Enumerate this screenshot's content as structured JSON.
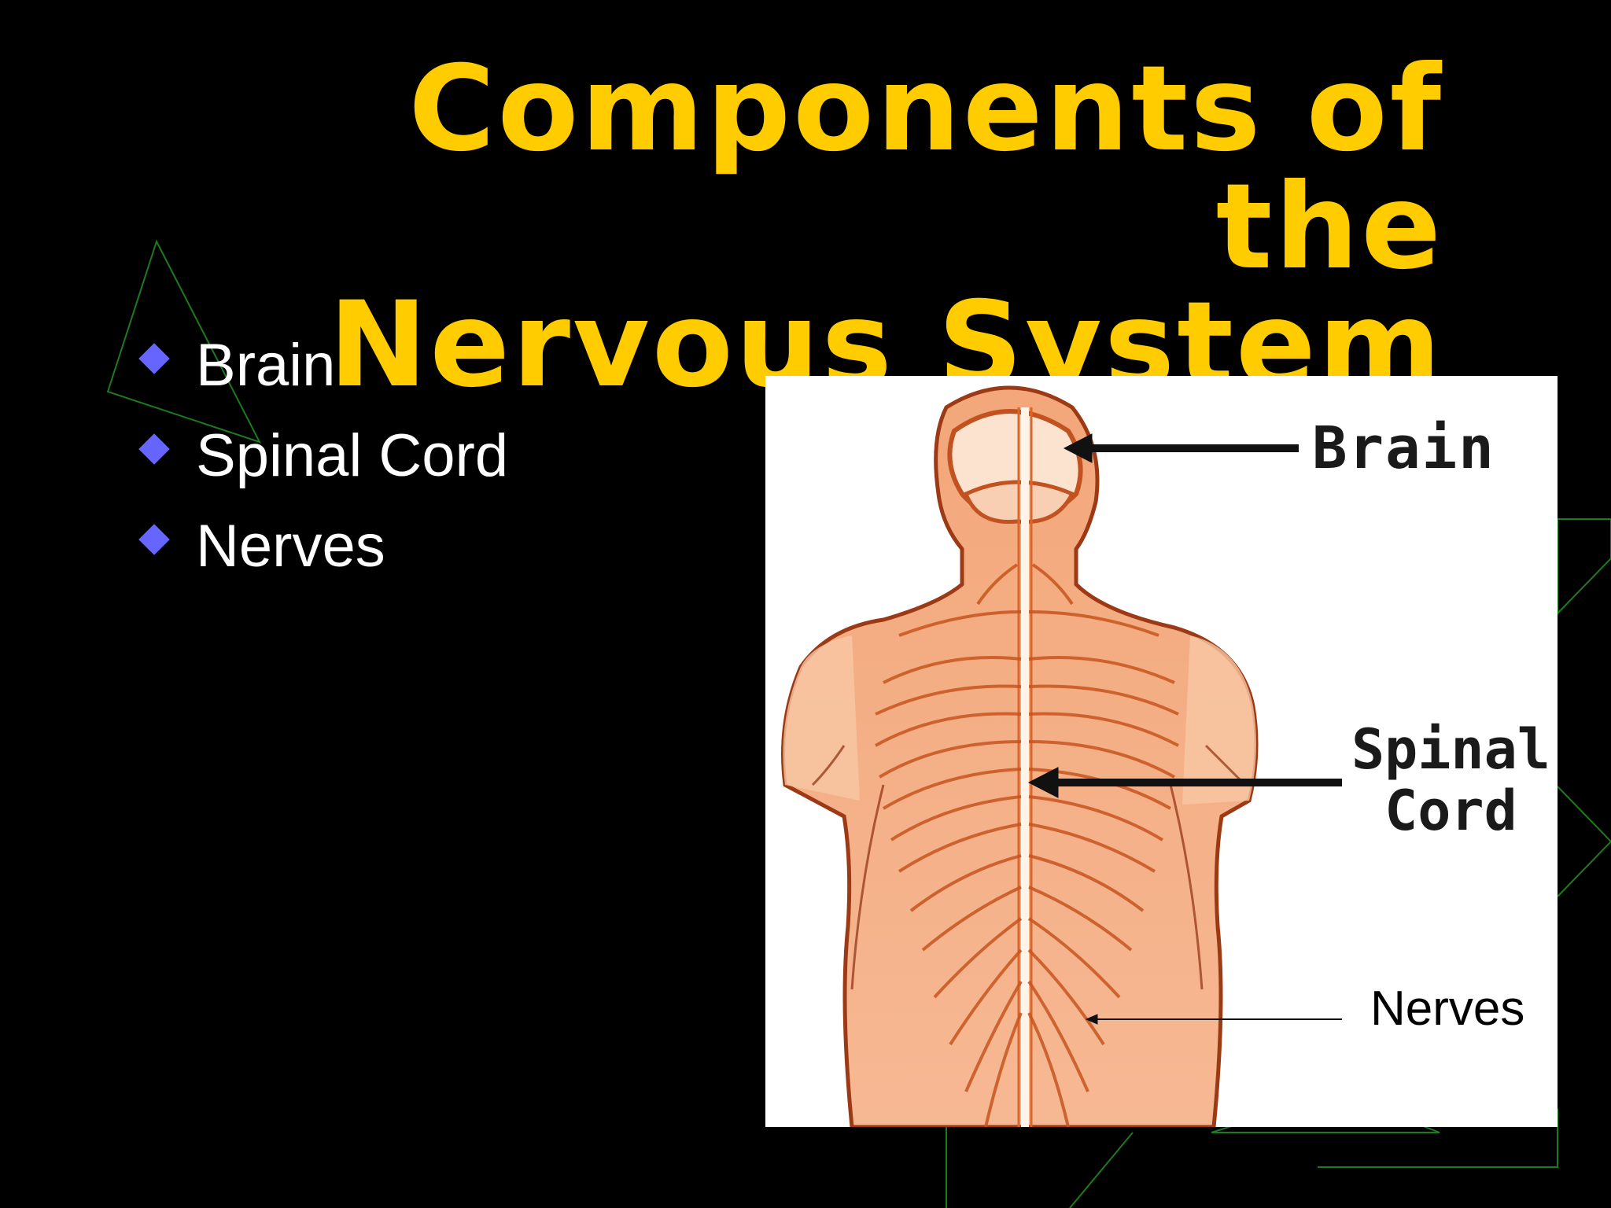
{
  "slide": {
    "title_line1": "Components of the",
    "title_line2": "Nervous System",
    "bullets": [
      "Brain",
      "Spinal Cord",
      "Nerves"
    ]
  },
  "figure": {
    "label_brain": "Brain",
    "label_spinal_line1": "Spinal",
    "label_spinal_line2": "Cord",
    "label_nerves": "Nerves"
  },
  "colors": {
    "background": "#000000",
    "title": "#FFCC00",
    "bullet": "#6666FF",
    "text": "#FFFFFF",
    "decor_lines": "#1E7A1E",
    "body_orange": "#E8894A"
  },
  "icons": [
    "diamond-bullet-icon"
  ]
}
